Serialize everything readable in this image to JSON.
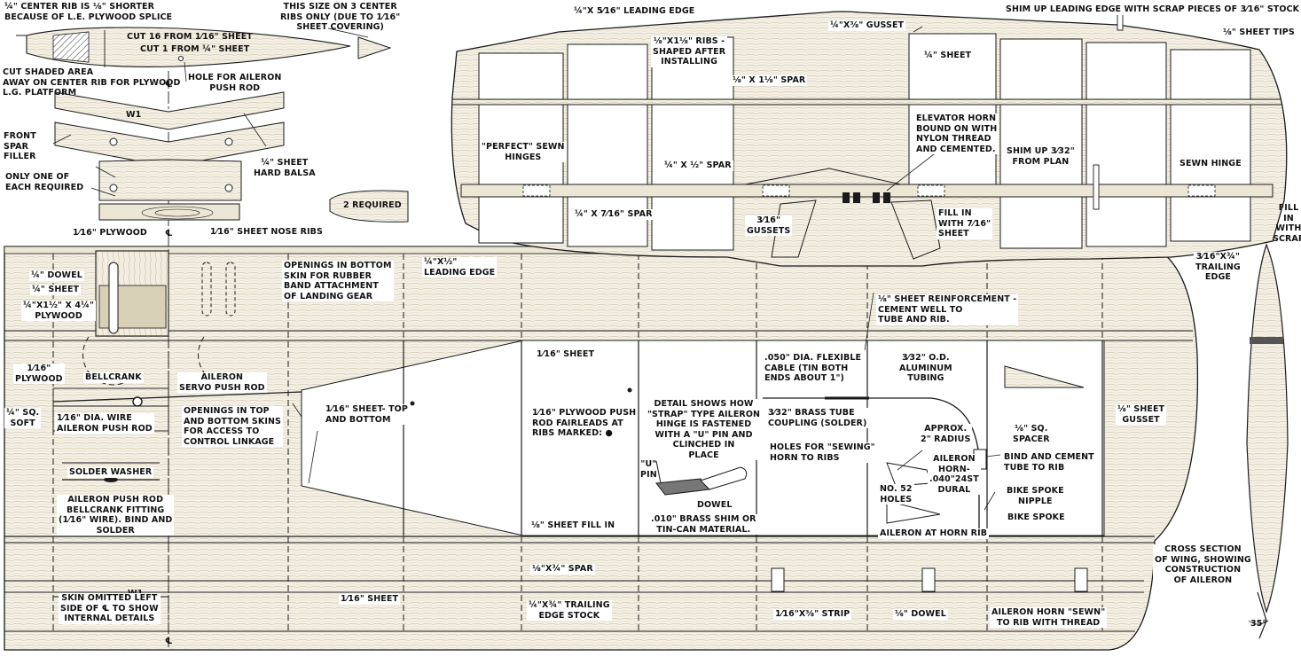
{
  "colors": {
    "ink": "#1a1a1a",
    "balsa": "#f4f0e6",
    "paper": "#ffffff"
  },
  "labels": {
    "center_rib": "¼\" CENTER RIB IS ⅛\" SHORTER\nBECAUSE OF L.E. PLYWOOD SPLICE",
    "size_note": "THIS SIZE ON 3 CENTER\nRIBS ONLY (DUE TO 1⁄16\"\nSHEET COVERING)",
    "cut16": "CUT 16 FROM 1⁄16\" SHEET",
    "cut1": "CUT 1 FROM ¼\" SHEET",
    "cut_shaded": "CUT SHADED AREA\nAWAY ON CENTER RIB FOR PLYWOOD\nL.G. PLATFORM",
    "hole_aileron": "HOLE FOR AILERON\nPUSH ROD",
    "w1_top": "W1",
    "front_spar": "FRONT\nSPAR\nFILLER",
    "only_one": "ONLY ONE OF\nEACH REQUIRED",
    "hard_balsa": "¼\" SHEET\nHARD BALSA",
    "plywood_116": "1⁄16\" PLYWOOD",
    "two_required": "2 REQUIRED",
    "nose_ribs": "1⁄16\" SHEET NOSE RIBS",
    "dowel": "¼\" DOWEL",
    "sheet_quarter": "¼\" SHEET",
    "plywood_spec": "¼\"X1½\" X 4¼\"\nPLYWOOD",
    "openings_bottom": "OPENINGS IN BOTTOM\nSKIN FOR RUBBER\nBAND ATTACHMENT\nOF LANDING GEAR",
    "le_wing": "¼\"X½\"\nLEADING EDGE",
    "plywood_left": "1⁄16\"\nPLYWOOD",
    "bellcrank": "BELLCRANK",
    "aileron_servo": "AILERON\nSERVO PUSH ROD",
    "sq_soft": "¼\" SQ.\nSOFT",
    "wire_rod": "1⁄16\" DIA. WIRE\nAILERON PUSH ROD",
    "openings_top": "OPENINGS IN TOP\nAND BOTTOM SKINS\nFOR ACCESS TO\nCONTROL LINKAGE",
    "sheet_top_bottom": "1⁄16\" SHEET- TOP\nAND BOTTOM",
    "sheet_mid": "1⁄16\" SHEET",
    "plywood_push": "1⁄16\" PLYWOOD PUSH\nROD FAIRLEADS AT\nRIBS MARKED: ●",
    "detail_strap": "DETAIL SHOWS HOW\n\"STRAP\" TYPE AILERON\nHINGE IS FASTENED\nWITH A \"U\" PIN AND\nCLINCHED IN\nPLACE",
    "u_pin": "\"U\"\nPIN",
    "dowel_small": "DOWEL",
    "brass_shim": ".010\" BRASS SHIM OR\nTIN-CAN MATERIAL.",
    "sheet_fill_in": "⅛\" SHEET FILL IN",
    "flex_cable": ".050\" DIA. FLEXIBLE\nCABLE (TIN BOTH\nENDS ABOUT 1\")",
    "brass_tube": "3⁄32\" BRASS TUBE\nCOUPLING (SOLDER)",
    "alum_tube": "3⁄32\" O.D.\nALUMINUM\nTUBING",
    "radius": "APPROX.\n2\" RADIUS",
    "holes_sewing": "HOLES FOR \"SEWING\"\nHORN TO RIBS",
    "aileron_horn": "AILERON\nHORN-\n.040\"24ST\nDURAL",
    "no52": "NO. 52\nHOLES",
    "aileron_horn_rib": "AILERON AT HORN RIB",
    "sq_spacer": "⅛\" SQ.\nSPACER",
    "bind_cement": "BIND AND CEMENT\nTUBE TO RIB",
    "spoke_nipple": "BIKE SPOKE\nNIPPLE",
    "bike_spoke": "BIKE SPOKE",
    "sheet_gusset_right": "⅛\" SHEET\nGUSSET",
    "reinforcement": "⅛\" SHEET REINFORCEMENT -\nCEMENT WELL TO\nTUBE AND RIB.",
    "solder_washer": "SOLDER WASHER",
    "bellcrank_fitting": "AILERON PUSH ROD\nBELLCRANK FITTING\n(1⁄16\" WIRE). BIND AND\nSOLDER",
    "w1_bottom": "W1",
    "skin_omitted": "SKIN OMITTED LEFT\nSIDE OF ℄ TO SHOW\nINTERNAL DETAILS",
    "sheet_bottom": "1⁄16\" SHEET",
    "spar_lower": "⅛\"X¾\" SPAR",
    "te_stock": "¼\"X¾\" TRAILING\nEDGE STOCK",
    "strip": "1⁄16\"X⅜\" STRIP",
    "dowel_bottom": "⅛\" DOWEL",
    "aileron_sewn": "AILERON HORN \"SEWN\"\nTO RIB WITH THREAD",
    "cross_section": "CROSS SECTION\nOF WING, SHOWING\nCONSTRUCTION\nOF AILERON",
    "angle": "35°",
    "tail_le": "¼\"X 5⁄16\" LEADING EDGE",
    "gusset_top": "¼\"X⅜\" GUSSET",
    "shim_le": "SHIM UP LEADING EDGE WITH SCRAP PIECES OF 3⁄16\" STOCK",
    "sheet_tips": "⅛\" SHEET TIPS",
    "ribs_shaped": "⅛\"X1⅛\" RIBS -\nSHAPED AFTER\nINSTALLING",
    "spar_tail_top": "⅛\" X 1⅛\" SPAR",
    "sheet_tail": "¼\" SHEET",
    "elevator_horn": "ELEVATOR HORN\nBOUND ON WITH\nNYLON THREAD\nAND CEMENTED.",
    "perfect_hinges": "\"PERFECT\" SEWN\nHINGES",
    "spar_half": "¼\" X ½\" SPAR",
    "shim_plan": "SHIM UP 3⁄32\"\nFROM PLAN",
    "sewn_hinge": "SEWN HINGE",
    "spar_716": "¼\" X 7⁄16\" SPAR",
    "gussets": "3⁄16\"\nGUSSETS",
    "fill_716": "FILL IN\nWITH 7⁄16\"\nSHEET",
    "fill_scrap": "FILL\nIN\nWITH\nSCRAP",
    "te_tail": "3⁄16\"X¾\"\nTRAILING\nEDGE",
    "cl_1": "℄",
    "cl_2": "℄",
    "cl_3": "℄"
  }
}
